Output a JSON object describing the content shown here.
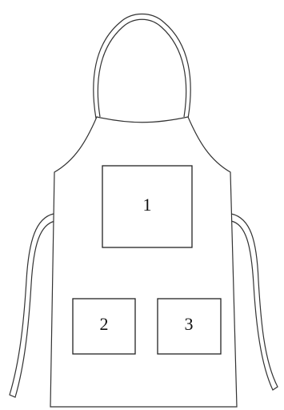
{
  "diagram": {
    "pockets": [
      {
        "id": "pocket-1",
        "label": "1"
      },
      {
        "id": "pocket-2",
        "label": "2"
      },
      {
        "id": "pocket-3",
        "label": "3"
      }
    ]
  },
  "colors": {
    "stroke": "#333333",
    "fill": "#ffffff",
    "text": "#111111"
  }
}
